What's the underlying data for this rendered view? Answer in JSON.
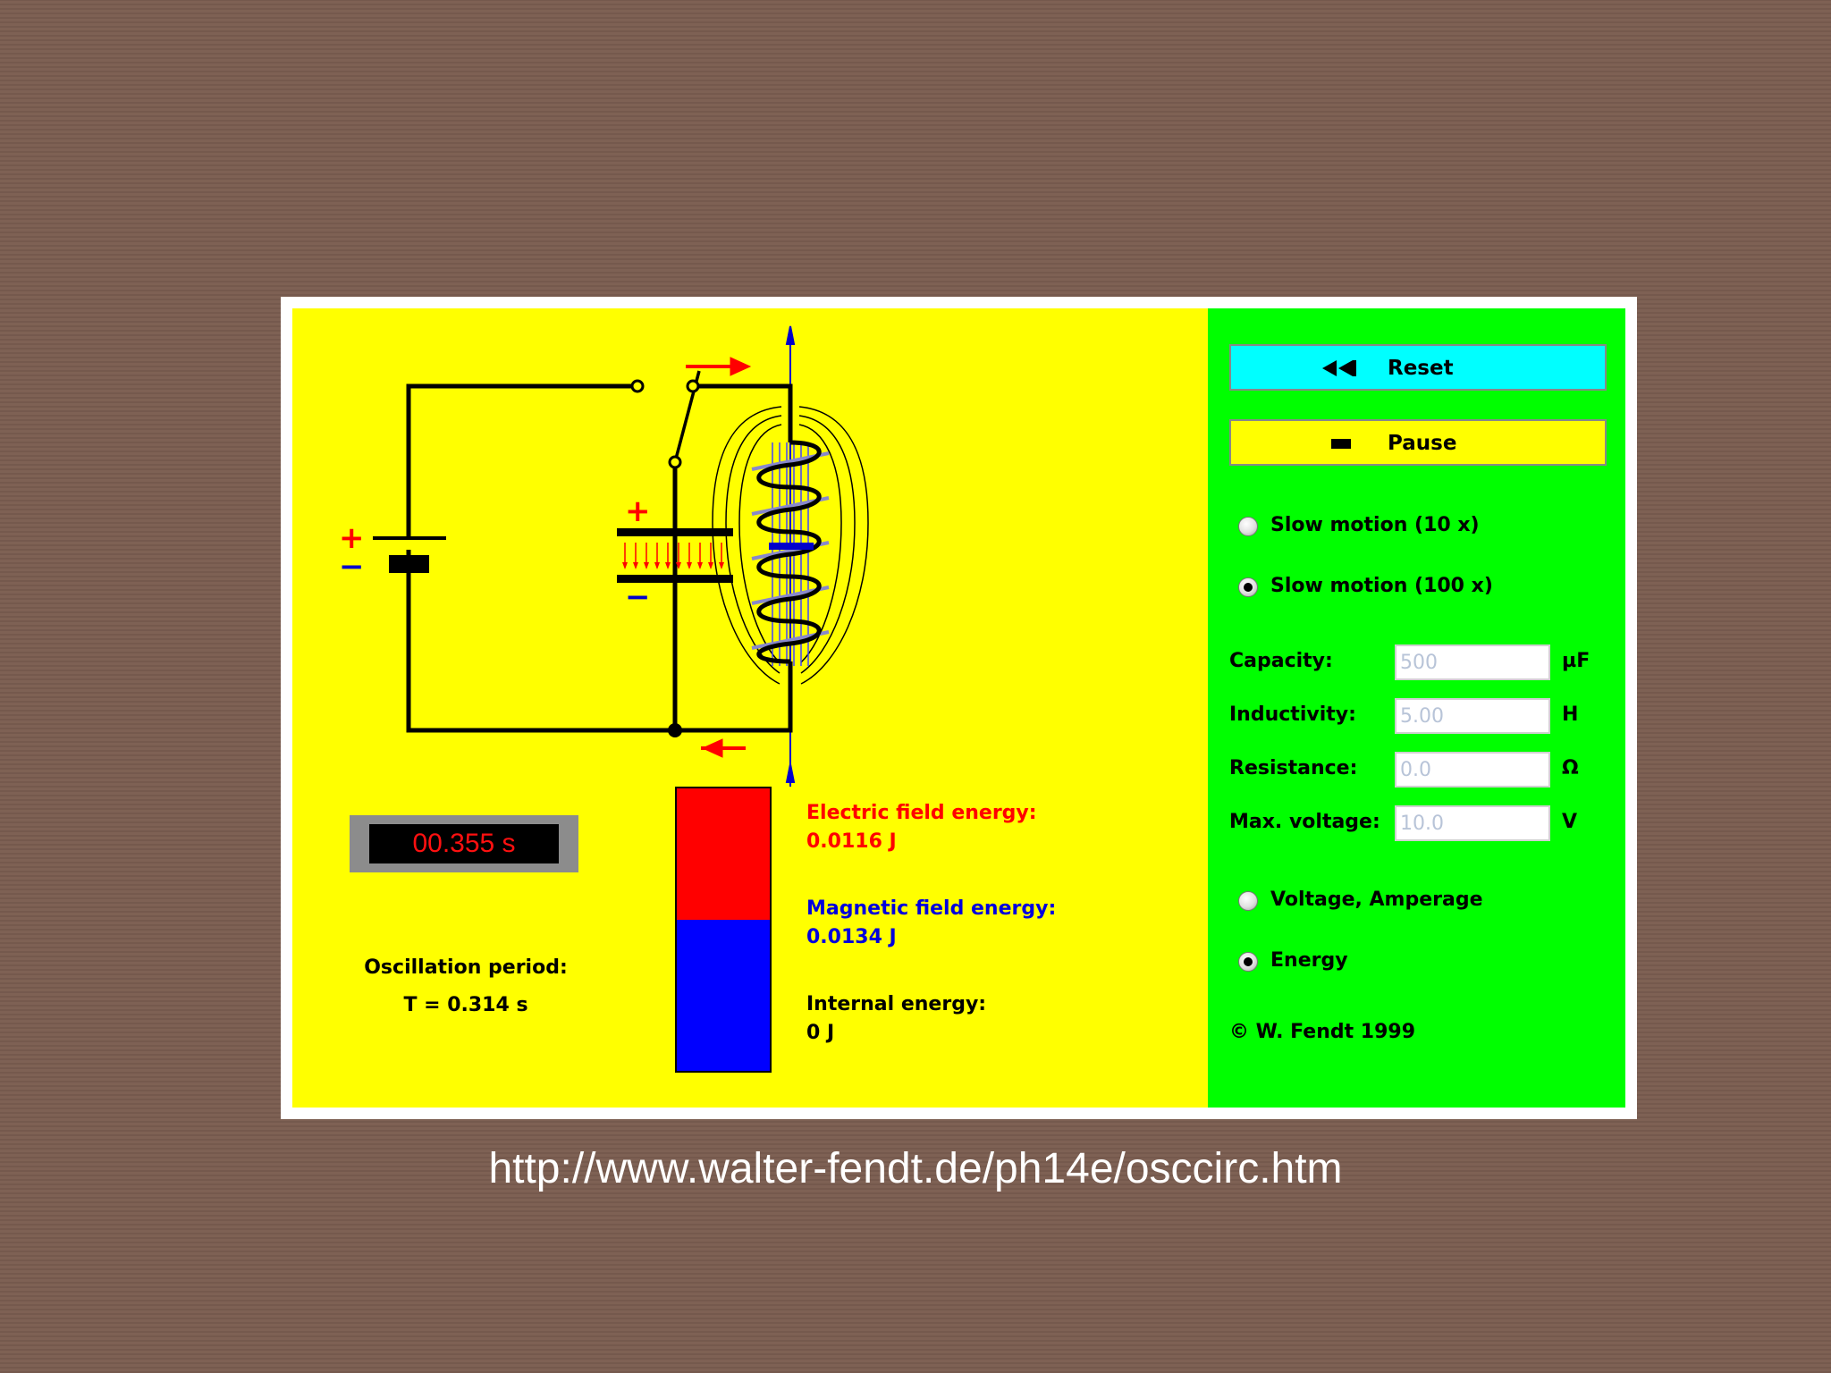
{
  "simulation": {
    "battery_plus": "+",
    "battery_minus": "−",
    "capacitor_plus": "+",
    "capacitor_minus": "−",
    "timer": "00.355 s",
    "period_label": "Oscillation period:",
    "period_value": "T = 0.314 s",
    "energy": {
      "electric_label": "Electric field energy:",
      "electric_value": "0.0116 J",
      "magnetic_label": "Magnetic field energy:",
      "magnetic_value": "0.0134 J",
      "internal_label": "Internal energy:",
      "internal_value": "0 J",
      "electric_fraction": 0.464,
      "magnetic_fraction": 0.536
    }
  },
  "controls": {
    "reset_label": "Reset",
    "pause_label": "Pause",
    "slow10_label": "Slow motion (10 x)",
    "slow10_checked": false,
    "slow100_label": "Slow motion (100 x)",
    "slow100_checked": true,
    "params": [
      {
        "label": "Capacity:",
        "value": "500",
        "unit": "µF"
      },
      {
        "label": "Inductivity:",
        "value": "5.00",
        "unit": "H"
      },
      {
        "label": "Resistance:",
        "value": "0.0",
        "unit": "Ω"
      },
      {
        "label": "Max. voltage:",
        "value": "10.0",
        "unit": "V"
      }
    ],
    "diagram_voltage_label": "Voltage, Amperage",
    "diagram_voltage_checked": false,
    "diagram_energy_label": "Energy",
    "diagram_energy_checked": true,
    "copyright": "©  W. Fendt 1999"
  },
  "colors": {
    "sim_background": "#ffff00",
    "panel_background": "#00ff00",
    "reset_button": "#00ffff",
    "electric": "#ff0000",
    "magnetic": "#0000ff"
  },
  "icons": {
    "reset": "rewind-icon",
    "pause": "pause-icon"
  },
  "footer": {
    "url": "http://www.walter-fendt.de/ph14e/osccirc.htm"
  }
}
